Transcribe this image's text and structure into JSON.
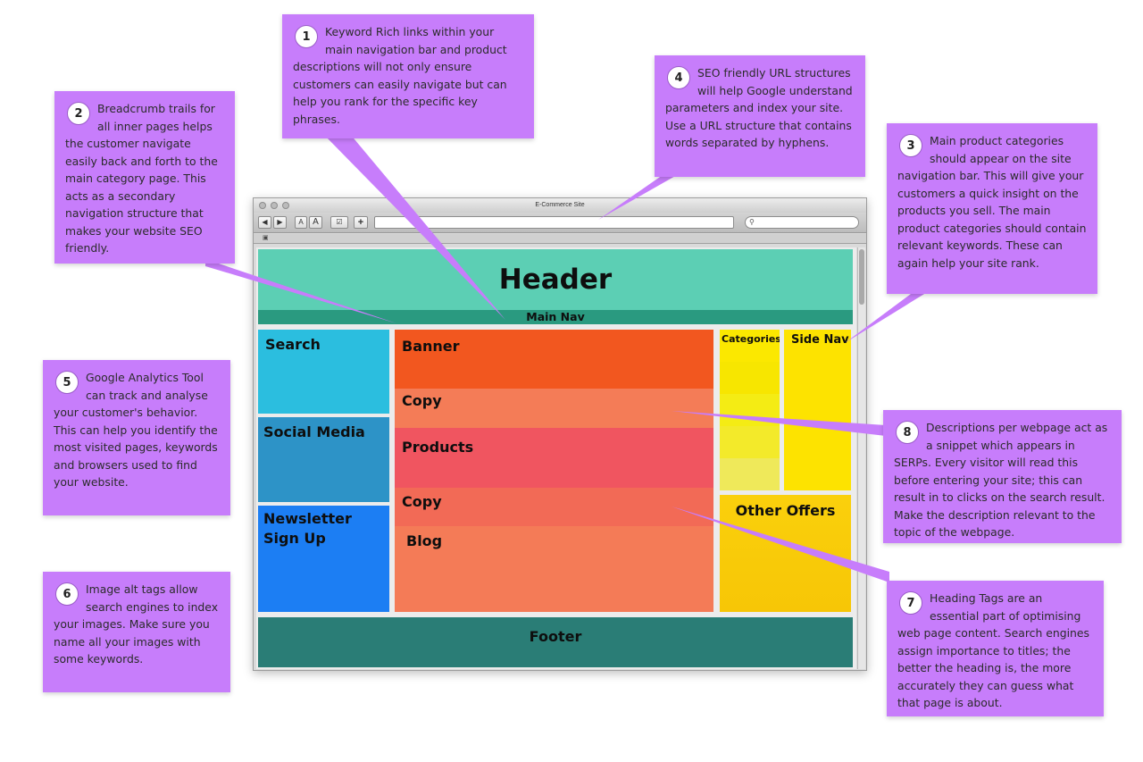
{
  "callouts": [
    {
      "num": "1",
      "text": "Keyword Rich links within your main navigation bar and product descriptions will not only ensure customers can easily navigate but can help you rank for the specific key phrases."
    },
    {
      "num": "2",
      "text": "Breadcrumb trails for all inner pages helps the customer navigate easily back and forth to the main category page. This acts as a secondary navigation structure that makes your website SEO friendly."
    },
    {
      "num": "3",
      "text": "Main product categories should appear on the site navigation bar. This will give your customers a quick insight on the products you sell. The main product categories should contain relevant keywords. These can again help your site rank."
    },
    {
      "num": "4",
      "text": "SEO friendly URL structures will help Google understand parameters and index your site. Use a URL structure that contains words separated by hyphens."
    },
    {
      "num": "5",
      "text": "Google Analytics Tool can track and analyse your customer's behavior. This can help you identify the most visited pages, keywords and browsers used to find your website."
    },
    {
      "num": "6",
      "text": "Image alt tags allow search engines to index your images. Make sure you name all your images with some keywords."
    },
    {
      "num": "7",
      "text": "Heading Tags are an essential part of optimising web page content. Search engines assign importance to titles; the better the heading is, the more accurately they can guess what that page is about."
    },
    {
      "num": "8",
      "text": "Descriptions per webpage act as a snippet which appears in SERPs. Every visitor will read this before entering your site; this can result in to clicks on the search result. Make the description relevant to the topic of the webpage."
    }
  ],
  "browser": {
    "title": "E-Commerce Site",
    "font_small": "A",
    "font_large": "A",
    "add": "+",
    "search_icon": "search-icon",
    "bookmarks_icon": "book-icon"
  },
  "layout": {
    "header": "Header",
    "main_nav": "Main Nav",
    "search": "Search",
    "social_media": "Social Media",
    "newsletter": "Newsletter Sign Up",
    "banner": "Banner",
    "copy_1": "Copy",
    "products": "Products",
    "copy_2": "Copy",
    "blog": "Blog",
    "categories": "Categories",
    "side_nav": "Side Nav",
    "other_offers": "Other Offers",
    "footer": "Footer"
  },
  "colors": {
    "callout": "#c77dfb",
    "header": "#5ccfb4",
    "main_nav": "#2a9a80",
    "search": "#2bbedf",
    "social_media": "#2d93c7",
    "newsletter": "#1c7ef3",
    "banner": "#f2571f",
    "products": "#f05560",
    "categories": "#fbe800",
    "other_offers": "#fad00c",
    "footer": "#2a7d76"
  }
}
